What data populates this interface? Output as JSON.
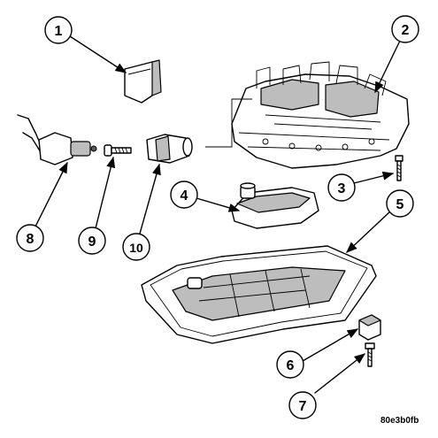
{
  "figure": {
    "reference_code": "80e3b0fb",
    "callouts": [
      {
        "id": "callout-1",
        "number": "1"
      },
      {
        "id": "callout-2",
        "number": "2"
      },
      {
        "id": "callout-3",
        "number": "3"
      },
      {
        "id": "callout-4",
        "number": "4"
      },
      {
        "id": "callout-5",
        "number": "5"
      },
      {
        "id": "callout-6",
        "number": "6"
      },
      {
        "id": "callout-7",
        "number": "7"
      },
      {
        "id": "callout-8",
        "number": "8"
      },
      {
        "id": "callout-9",
        "number": "9"
      },
      {
        "id": "callout-10",
        "number": "10"
      }
    ]
  }
}
